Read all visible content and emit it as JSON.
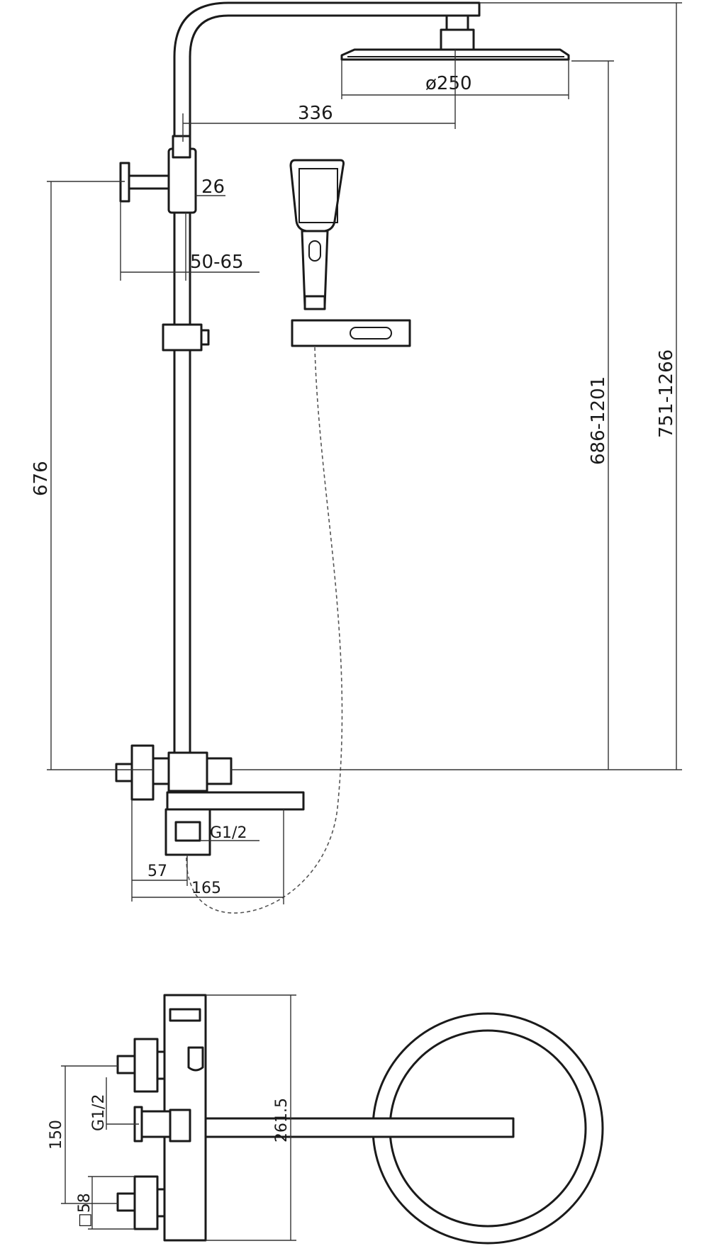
{
  "front_view": {
    "head_diameter": "ø250",
    "arm_length": "336",
    "holder_size": "26",
    "wall_distance": "50-65",
    "rail_height": "676",
    "column_height_a": "686-1201",
    "column_height_b": "751-1266",
    "inlet_thread": "G1/2",
    "spout_offset": "57",
    "spout_length": "165"
  },
  "bottom_view": {
    "inlet_thread": "G1/2",
    "inlet_spacing": "150",
    "flange_size": "□58",
    "body_height": "261.5"
  },
  "colors": {
    "stroke": "#1a1a1a",
    "background": "#ffffff"
  }
}
